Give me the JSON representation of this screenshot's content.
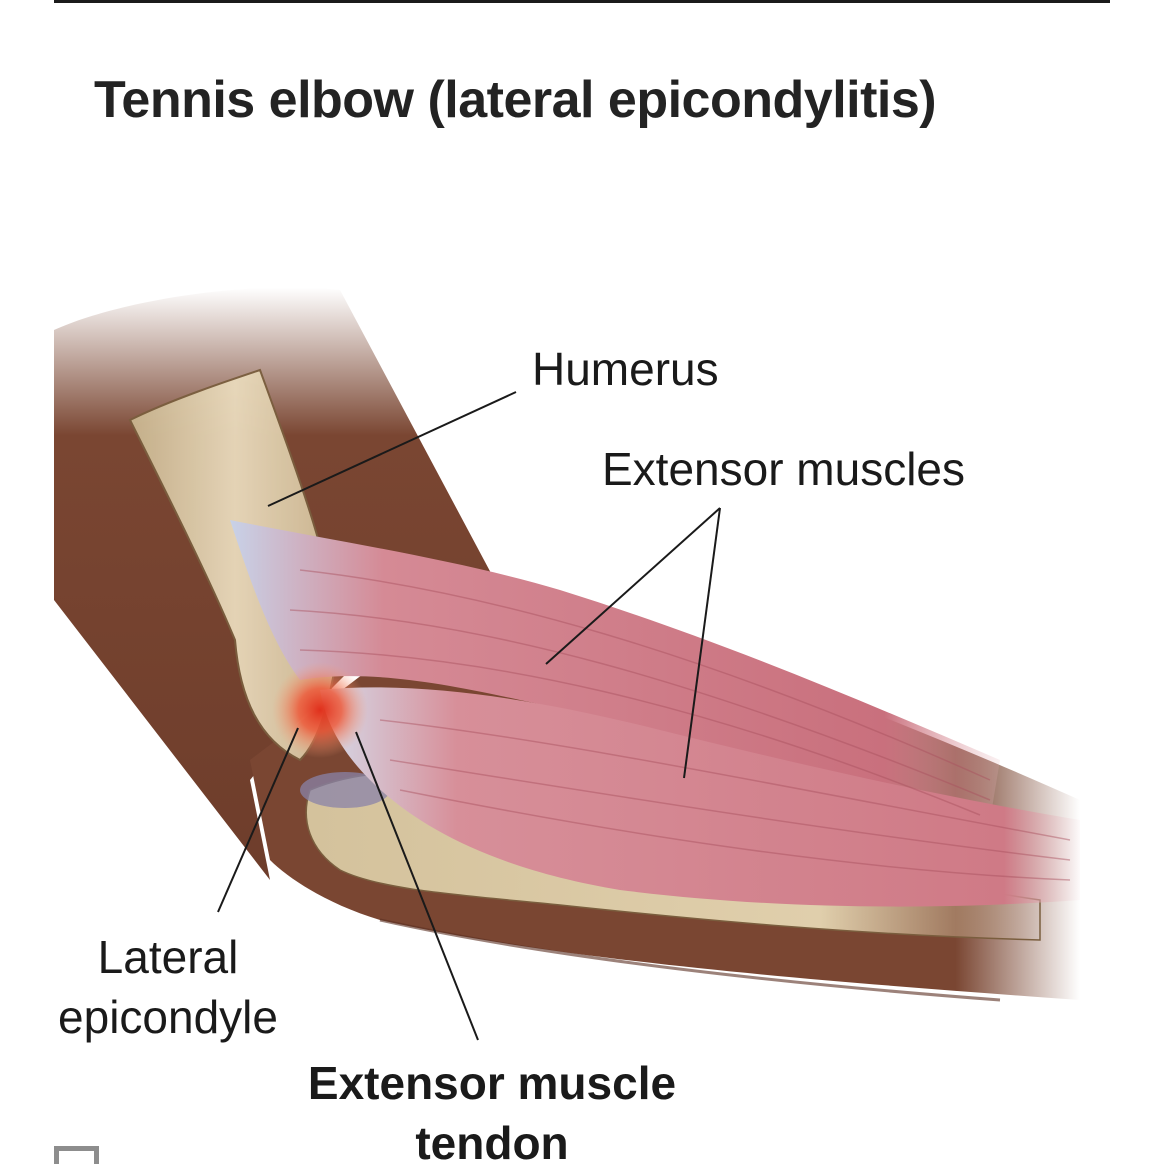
{
  "title": "Tennis elbow (lateral epicondylitis)",
  "labels": {
    "humerus": "Humerus",
    "extensor_muscles": "Extensor muscles",
    "lateral_epicondyle_line1": "Lateral",
    "lateral_epicondyle_line2": "epicondyle",
    "tendon_line1": "Extensor muscle",
    "tendon_line2": "tendon"
  },
  "colors": {
    "skin": "#7a4632",
    "skin_dark": "#5a2f22",
    "bone": "#d9c7a4",
    "muscle": "#c9707d",
    "tendon": "#c9d3e6",
    "inflammation": "#e8432a"
  },
  "icons": [
    "expand-icon"
  ]
}
